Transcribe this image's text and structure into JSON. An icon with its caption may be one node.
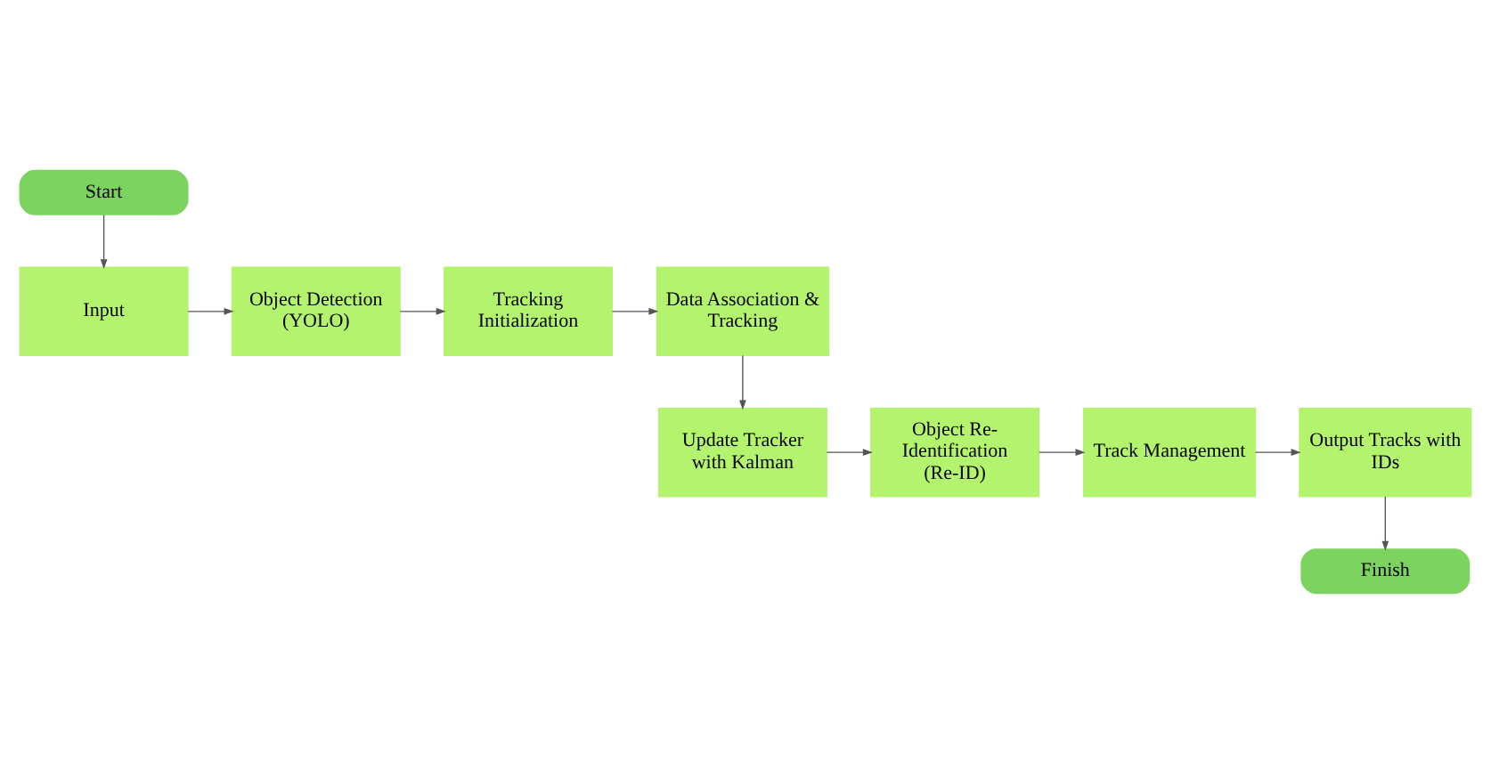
{
  "diagram": {
    "nodes": [
      {
        "text": [
          "Start"
        ]
      },
      {
        "text": [
          "Input"
        ]
      },
      {
        "text": [
          "Object Detection (YOLO)"
        ]
      },
      {
        "text": [
          "Tracking Initialization"
        ]
      },
      {
        "text": [
          "Data Association & Tracking"
        ]
      },
      {
        "text": [
          "Update Tracker with Kalman"
        ]
      },
      {
        "text": [
          "Object Re-Identification (Re-ID)"
        ]
      },
      {
        "text": [
          "Track Management"
        ]
      },
      {
        "text": [
          "Output Tracks with IDs"
        ]
      },
      {
        "text": [
          "Finish"
        ]
      }
    ],
    "edges": [
      {
        "from": 0,
        "to": 1,
        "arrow": "to"
      },
      {
        "from": 1,
        "to": 2,
        "arrow": "to"
      },
      {
        "from": 2,
        "to": 3,
        "arrow": "to"
      },
      {
        "from": 3,
        "to": 4,
        "arrow": "to"
      },
      {
        "from": 4,
        "to": 5,
        "arrow": "to"
      },
      {
        "from": 5,
        "to": 6,
        "arrow": "to"
      },
      {
        "from": 6,
        "to": 7,
        "arrow": "to"
      },
      {
        "from": 7,
        "to": 8,
        "arrow": "to"
      },
      {
        "from": 8,
        "to": 9,
        "arrow": "to"
      }
    ]
  }
}
